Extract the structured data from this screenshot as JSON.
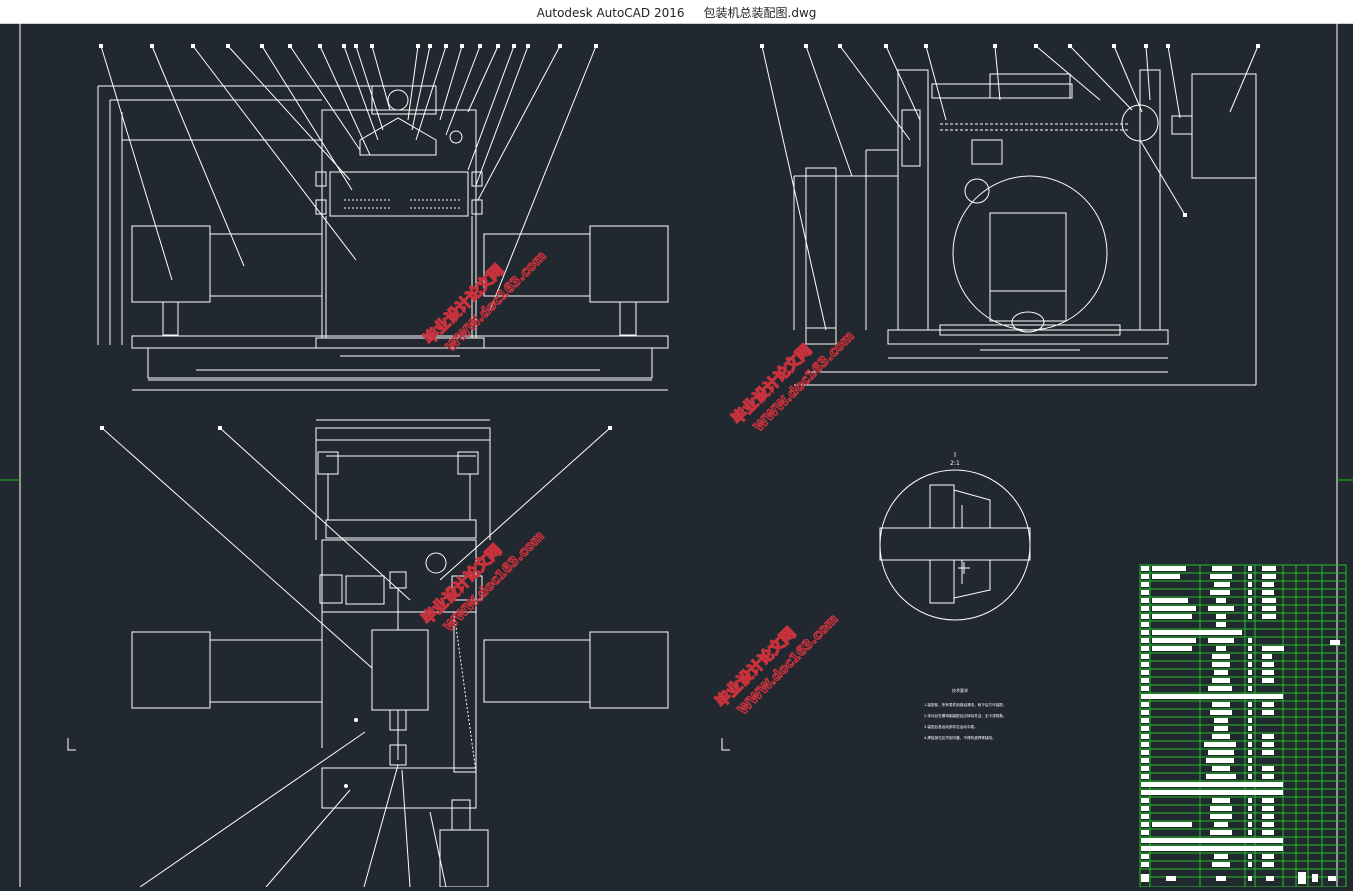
{
  "window": {
    "app": "Autodesk AutoCAD 2016",
    "file": "包装机总装配图.dwg",
    "title": "Autodesk AutoCAD 2016     包装机总装配图.dwg"
  },
  "watermark": {
    "cn": "毕业设计论文网",
    "url": "WWW.doc163.com"
  },
  "drawing": {
    "detail_label": "I",
    "detail_scale": "2:1",
    "notes_title": "技术要求",
    "notes": [
      "1.装配前，所有零件用煤油清洗，晾干后方可装配。",
      "2.传动丝杠螺母副装配后应转动灵活，无卡滞现象。",
      "3.装配后各运动部件应运动平稳。",
      "4.焊接部位应牢固可靠，不得有虚焊等缺陷。"
    ]
  },
  "colors": {
    "background": "#212830",
    "lines": "#ffffff",
    "title_block": "#23c123",
    "watermark": "#c8323c"
  }
}
